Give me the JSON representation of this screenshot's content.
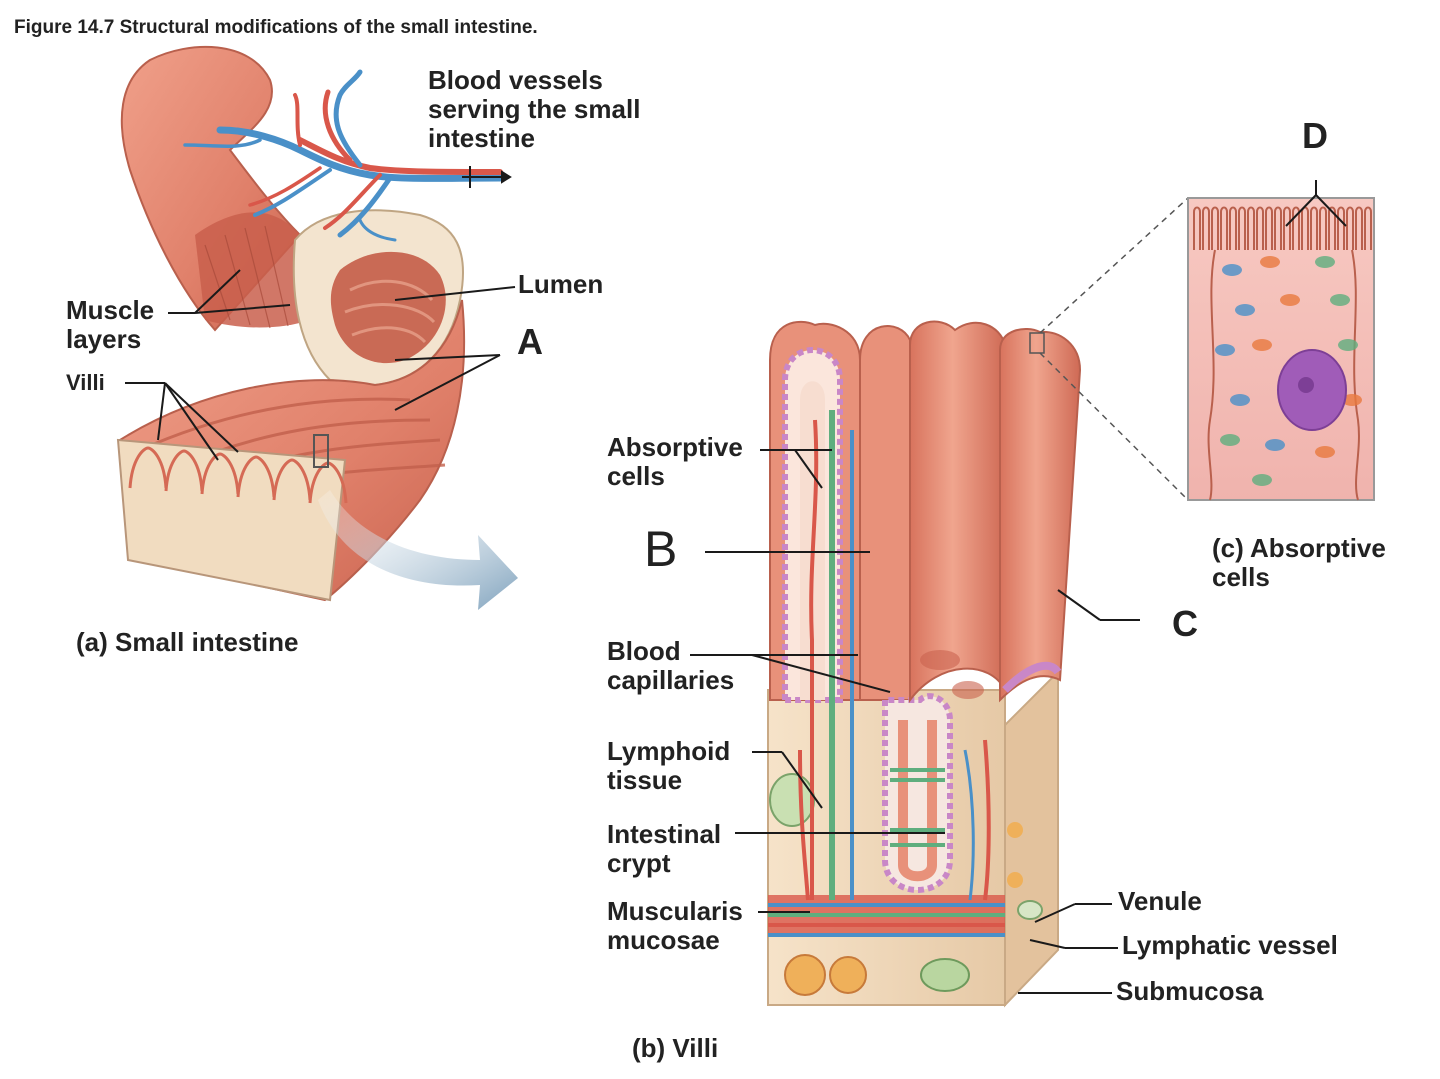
{
  "figure_title": "Figure 14.7  Structural modifications of the small intestine.",
  "labels": {
    "blood_vessels": "Blood vessels\nserving the small\nintestine",
    "lumen": "Lumen",
    "muscle_layers": "Muscle\nlayers",
    "A": "A",
    "villi": "Villi",
    "panel_a": "(a) Small intestine",
    "absorptive_cells": "Absorptive\ncells",
    "B": "B",
    "blood_capillaries": "Blood\ncapillaries",
    "lymphoid_tissue": "Lymphoid\ntissue",
    "intestinal_crypt": "Intestinal\ncrypt",
    "muscularis_mucosae": "Muscularis\nmucosae",
    "panel_b": "(b) Villi",
    "D": "D",
    "panel_c": "(c) Absorptive\n     cells",
    "C": "C",
    "venule": "Venule",
    "lymphatic_vessel": "Lymphatic vessel",
    "submucosa": "Submucosa"
  },
  "colors": {
    "tissue": "#e8917a",
    "tissue_dark": "#c96a55",
    "tissue_light": "#f3b6a2",
    "artery": "#d9574a",
    "vein": "#4a90c8",
    "lymph": "#5fae7e",
    "cell_purple": "#b98bd0",
    "beige": "#f1dcc0",
    "arrow": "#8fb0c8",
    "line": "#1a1a1a"
  }
}
